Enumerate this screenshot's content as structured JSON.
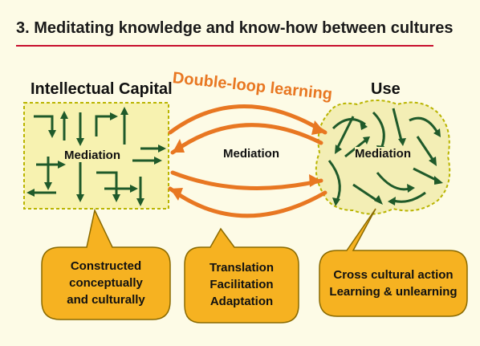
{
  "title": "3.  Meditating knowledge and know-how between cultures",
  "left_heading": "Intellectual Capital",
  "right_heading": "Use",
  "loop_label": "Double-loop learning",
  "left_mediation": "Mediation",
  "center_mediation": "Mediation",
  "right_mediation": "Mediation",
  "bubbles": {
    "left": [
      "Constructed",
      "conceptually",
      "and culturally"
    ],
    "center": [
      "Translation",
      "Facilitation",
      "Adaptation"
    ],
    "right": [
      "Cross cultural action",
      "Learning & unlearning"
    ]
  },
  "colors": {
    "orange": "#e87722",
    "bubble_fill": "#f6b221",
    "arrow_green": "#1f5a2a",
    "title_rule": "#c8102e"
  }
}
